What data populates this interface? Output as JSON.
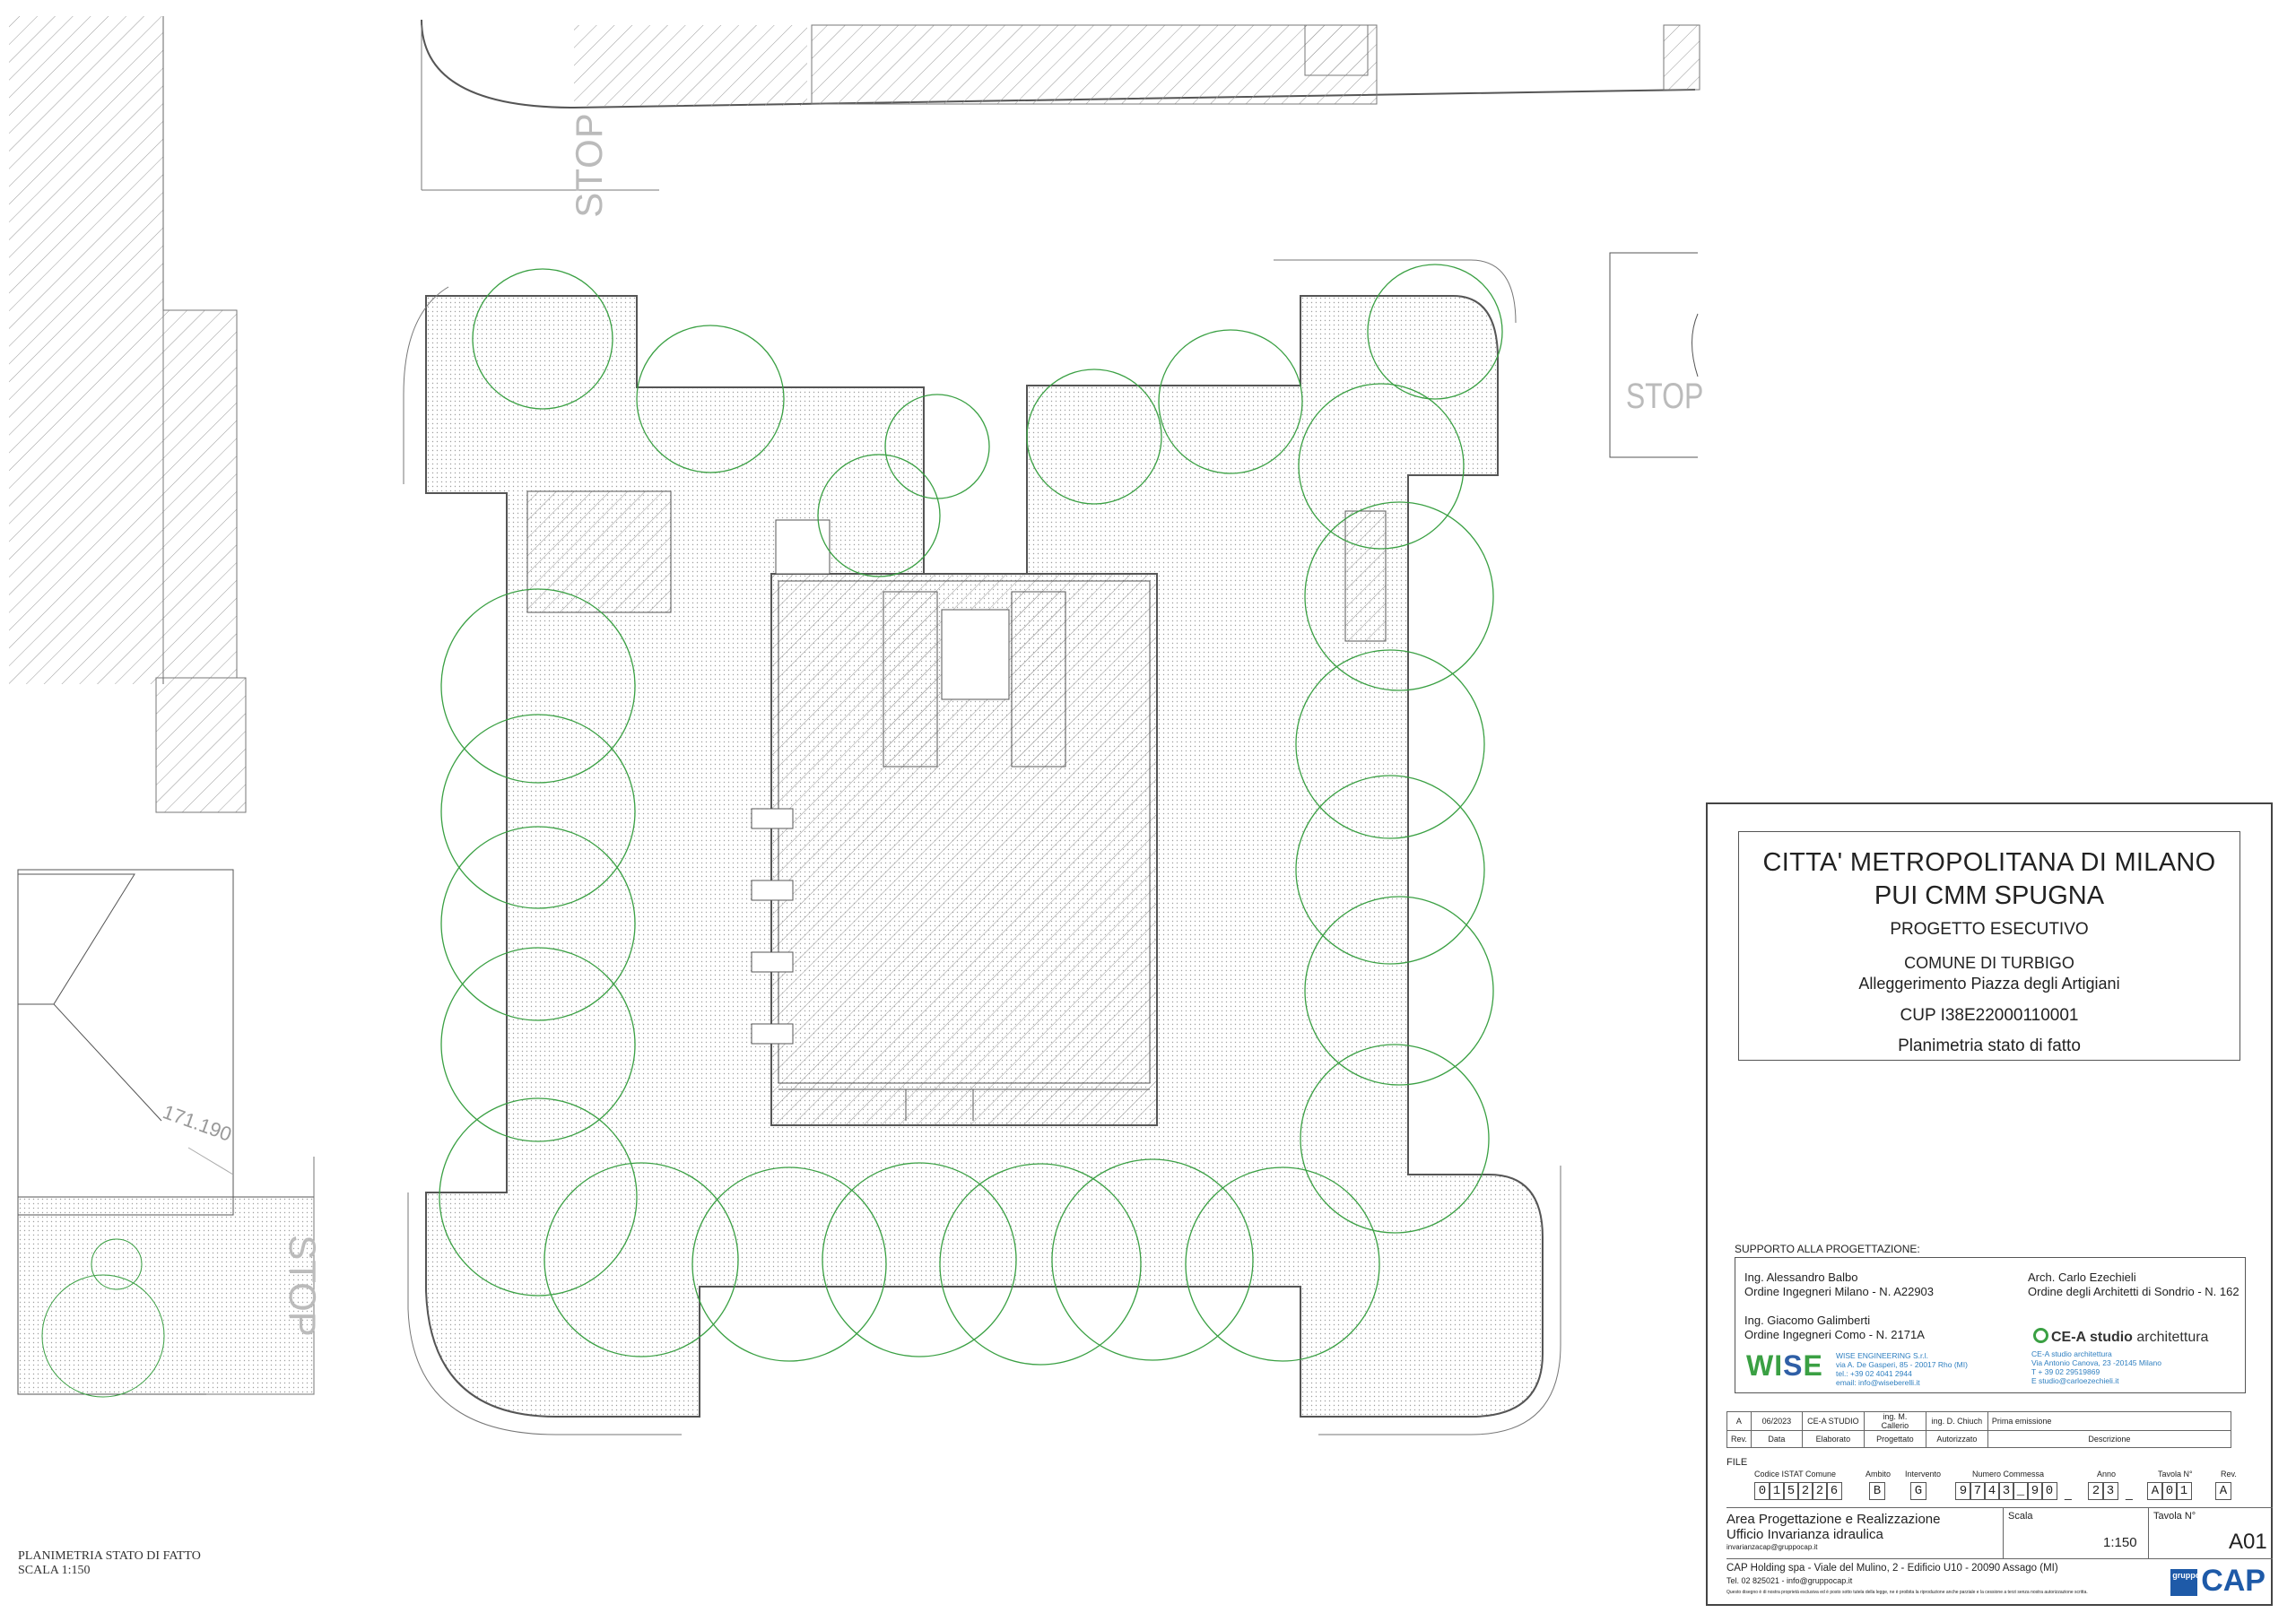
{
  "title_block": {
    "line1": "CITTA' METROPOLITANA DI MILANO",
    "line2": "PUI CMM SPUGNA",
    "line3": "PROGETTO ESECUTIVO",
    "line4": "COMUNE DI TURBIGO",
    "line5": "Alleggerimento Piazza degli Artigiani",
    "line6": "CUP I38E22000110001",
    "line7": "Planimetria stato di fatto"
  },
  "support": {
    "label": "SUPPORTO ALLA PROGETTAZIONE:",
    "eng1_name": "Ing. Alessandro Balbo",
    "eng1_order": "Ordine Ingegneri Milano - N. A22903",
    "eng2_name": "Ing. Giacomo Galimberti",
    "eng2_order": "Ordine Ingegneri Como -  N. 2171A",
    "arch_name": "Arch. Carlo Ezechieli",
    "arch_order": "Ordine degli Architetti di Sondrio - N. 162",
    "wise_logo_w": "WI",
    "wise_logo_s": "S",
    "wise_logo_e": "E",
    "wise_info": [
      "WISE ENGINEERING S.r.l.",
      "via A. De Gasperi, 85 - 20017 Rho (MI)",
      "tel.: +39 02 4041 2944",
      "email: info@wiseberelli.it"
    ],
    "cea_logo_bold": "CE-A studio",
    "cea_logo_light": "architettura",
    "cea_info": [
      "CE-A studio architettura",
      "Via Antonio Canova, 23 -20145 Milano",
      "T  + 39 02 29519869",
      "E  studio@carloezechieli.it"
    ]
  },
  "revision": {
    "row": {
      "rev": "A",
      "data": "06/2023",
      "elaborato": "CE-A STUDIO",
      "progettato": "ing. M. Callerio",
      "autorizzato": "ing. D. Chiuch",
      "descrizione": "Prima emissione"
    },
    "headers": {
      "rev": "Rev.",
      "data": "Data",
      "elaborato": "Elaborato",
      "progettato": "Progettato",
      "autorizzato": "Autorizzato",
      "descrizione": "Descrizione"
    }
  },
  "file": {
    "label": "FILE",
    "labels": {
      "istat": "Codice ISTAT Comune",
      "ambito": "Ambito",
      "intervento": "Intervento",
      "commessa": "Numero Commessa",
      "anno": "Anno",
      "tavola": "Tavola N°",
      "rev": "Rev."
    },
    "istat": [
      "0",
      "1",
      "5",
      "2",
      "2",
      "6"
    ],
    "ambito": "B",
    "intervento": "G",
    "commessa": [
      "9",
      "7",
      "4",
      "3",
      "_",
      "9",
      "0"
    ],
    "sep1": "_",
    "anno": [
      "2",
      "3"
    ],
    "sep2": "_",
    "tavola": [
      "A",
      "0",
      "1"
    ],
    "rev": "A"
  },
  "area": {
    "line1": "Area Progettazione e Realizzazione",
    "line2": "Ufficio Invarianza idraulica",
    "email": "invarianzacap@gruppocap.it",
    "scala_label": "Scala",
    "scala": "1:150",
    "tavola_label": "Tavola N°",
    "tavola": "A01"
  },
  "footer": {
    "line1": "CAP Holding spa - Viale del Mulino, 2 - Edificio U10 - 20090 Assago (MI)",
    "line2": "Tel. 02 825021 - info@gruppocap.it",
    "note": "Questo disegno è di nostra proprietà esclusiva ed è posto sotto tutela della legge, ne è proibita la riproduzione anche parziale e la cessione a terzi senza nostra autorizzazione scritta.",
    "logo_text": "CAP",
    "logo_box": "gruppo"
  },
  "caption": {
    "line1": "PLANIMETRIA STATO DI FATTO",
    "line2": "SCALA 1:150"
  },
  "plan": {
    "stop_labels": [
      "STOP",
      "STOP",
      "STOP"
    ],
    "elevation_label": "171.190",
    "colors": {
      "tree": "#3aa043",
      "line": "#555555",
      "hatch": "#888888",
      "dots": "#9a9a9a"
    }
  }
}
